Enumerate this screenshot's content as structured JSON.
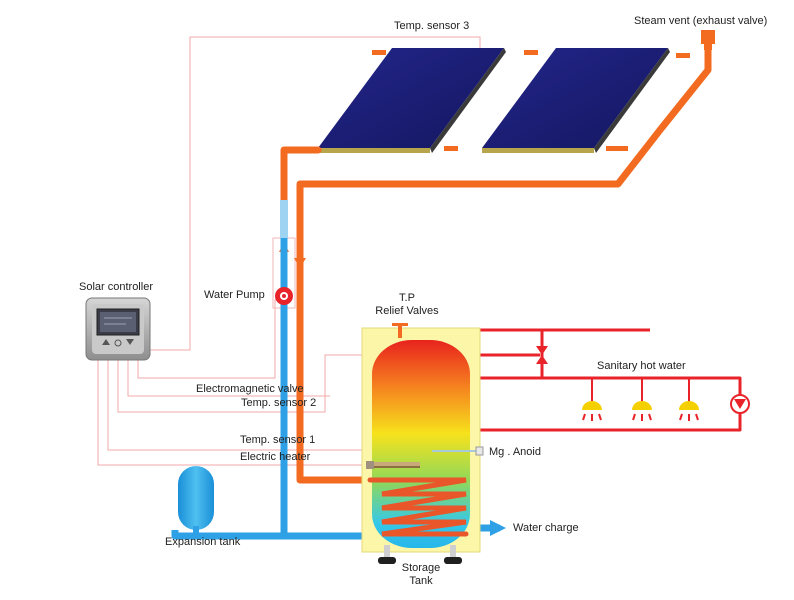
{
  "labels": {
    "temp_sensor_3": "Temp. sensor 3",
    "steam_vent": "Steam vent (exhaust valve)",
    "solar_controller": "Solar controller",
    "water_pump": "Water Pump",
    "tp_line1": "T.P",
    "tp_line2": "Relief Valves",
    "sanitary_hot_water": "Sanitary hot water",
    "electromagnetic_valve": "Electromagnetic valve",
    "temp_sensor_2": "Temp. sensor 2",
    "temp_sensor_1": "Temp. sensor 1",
    "electric_heater": "Electric heater",
    "mg_anoid": "Mg . Anoid",
    "expansion_tank": "Expansion tank",
    "water_charge": "Water charge",
    "storage_line1": "Storage",
    "storage_line2": "Tank"
  },
  "colors": {
    "hot_pipe": "#f26b21",
    "cold_pipe": "#2ea0e6",
    "sanitary_pipe": "#e8232a",
    "sensor_wire": "#f2a8a8",
    "panel": "#1d1f7a",
    "tank_jacket": "#fbf6a8",
    "expansion_tank": "#2ba8e8"
  },
  "components": [
    "solar-collector-panel",
    "solar-collector-panel",
    "storage-tank",
    "water-pump",
    "expansion-tank",
    "solar-controller",
    "tap",
    "tap",
    "tap",
    "circulation-pump"
  ]
}
